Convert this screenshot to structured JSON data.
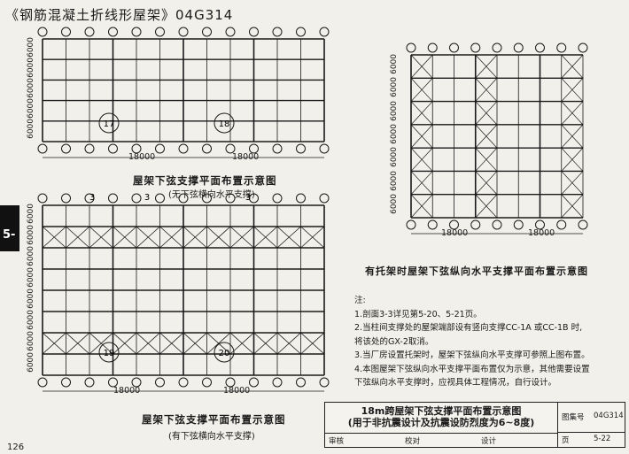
{
  "header": {
    "title": "《钢筋混凝土折线形屋架》04G314"
  },
  "side_tab": "5-",
  "diagram_a": {
    "caption": "屋架下弦支撑平面布置示意图",
    "subcaption": "(无下弦横向水平支撑)",
    "span_labels": [
      "18000",
      "18000"
    ],
    "bay_labels": [
      "6000",
      "6000",
      "6000",
      "6000",
      "6000"
    ],
    "section_marks": [
      "17",
      "18"
    ]
  },
  "diagram_b": {
    "caption": "屋架下弦支撑平面布置示意图",
    "subcaption": "(有下弦横向水平支撑)",
    "span_labels": [
      "18000",
      "18000"
    ],
    "bay_labels": [
      "6000",
      "6000",
      "6000",
      "6000",
      "6000",
      "6000",
      "6000",
      "6000"
    ],
    "section_marks": [
      "19",
      "20"
    ],
    "cut_label": "3"
  },
  "diagram_c": {
    "caption": "有托架时屋架下弦纵向水平支撑平面布置示意图",
    "span_labels": [
      "18000",
      "18000"
    ],
    "bay_labels": [
      "6000",
      "6000",
      "6000",
      "6000",
      "6000",
      "6000",
      "6000"
    ]
  },
  "notes": {
    "heading": "注:",
    "items": [
      "1.剖面3-3详见第5-20、5-21页。",
      "2.当柱间支撑处的屋架端部设有竖向支撑CC-1A 或CC-1B 时,",
      "   将该处的GX-2取消。",
      "3.当厂房设置托架时，屋架下弦纵向水平支撑可参照上图布置。",
      "4.本图屋架下弦纵向水平支撑平面布置仅为示意，其他需要设置",
      "   下弦纵向水平支撑时，应视具体工程情况，自行设计。"
    ]
  },
  "title_block": {
    "main": "18m跨屋架下弦支撑平面布置示意图",
    "sub": "(用于非抗震设计及抗震设防烈度为6~8度)",
    "atlas_label": "图集号",
    "atlas_no": "04G314",
    "page_label": "页",
    "page_no": "5-22",
    "roles": [
      "审核",
      "校对",
      "设计"
    ]
  },
  "footer": {
    "page": "126"
  }
}
